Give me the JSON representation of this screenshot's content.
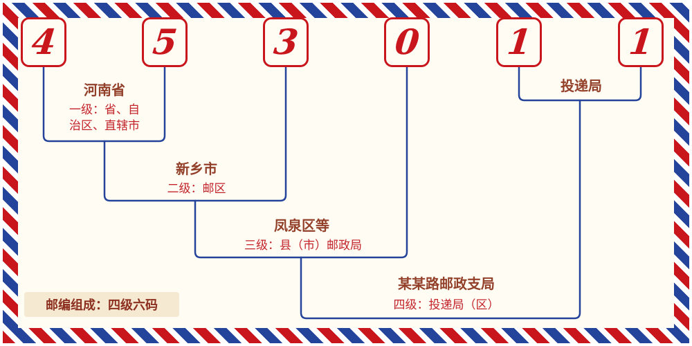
{
  "postal_code": {
    "digits": [
      "4",
      "5",
      "3",
      "0",
      "1",
      "1"
    ]
  },
  "labels": {
    "level1_name": "河南省",
    "level1_desc_line1": "一级：省、自",
    "level1_desc_line2": "治区、直辖市",
    "level2_name": "新乡市",
    "level2_desc": "二级：邮区",
    "level3_name": "凤泉区等",
    "level3_desc": "三级：县（市）邮政局",
    "level4_name": "某某路邮政支局",
    "level4_desc": "四级：投递局（区）",
    "delivery_name": "投递局",
    "composition": "邮编组成：四级六码"
  },
  "colors": {
    "red": "#c9161d",
    "blue": "#24439a",
    "paper": "#fffdf3",
    "name": "#93402a",
    "desc": "#c3232b",
    "footerBg": "#f5e9d2",
    "footerText": "#8d2f1f"
  }
}
